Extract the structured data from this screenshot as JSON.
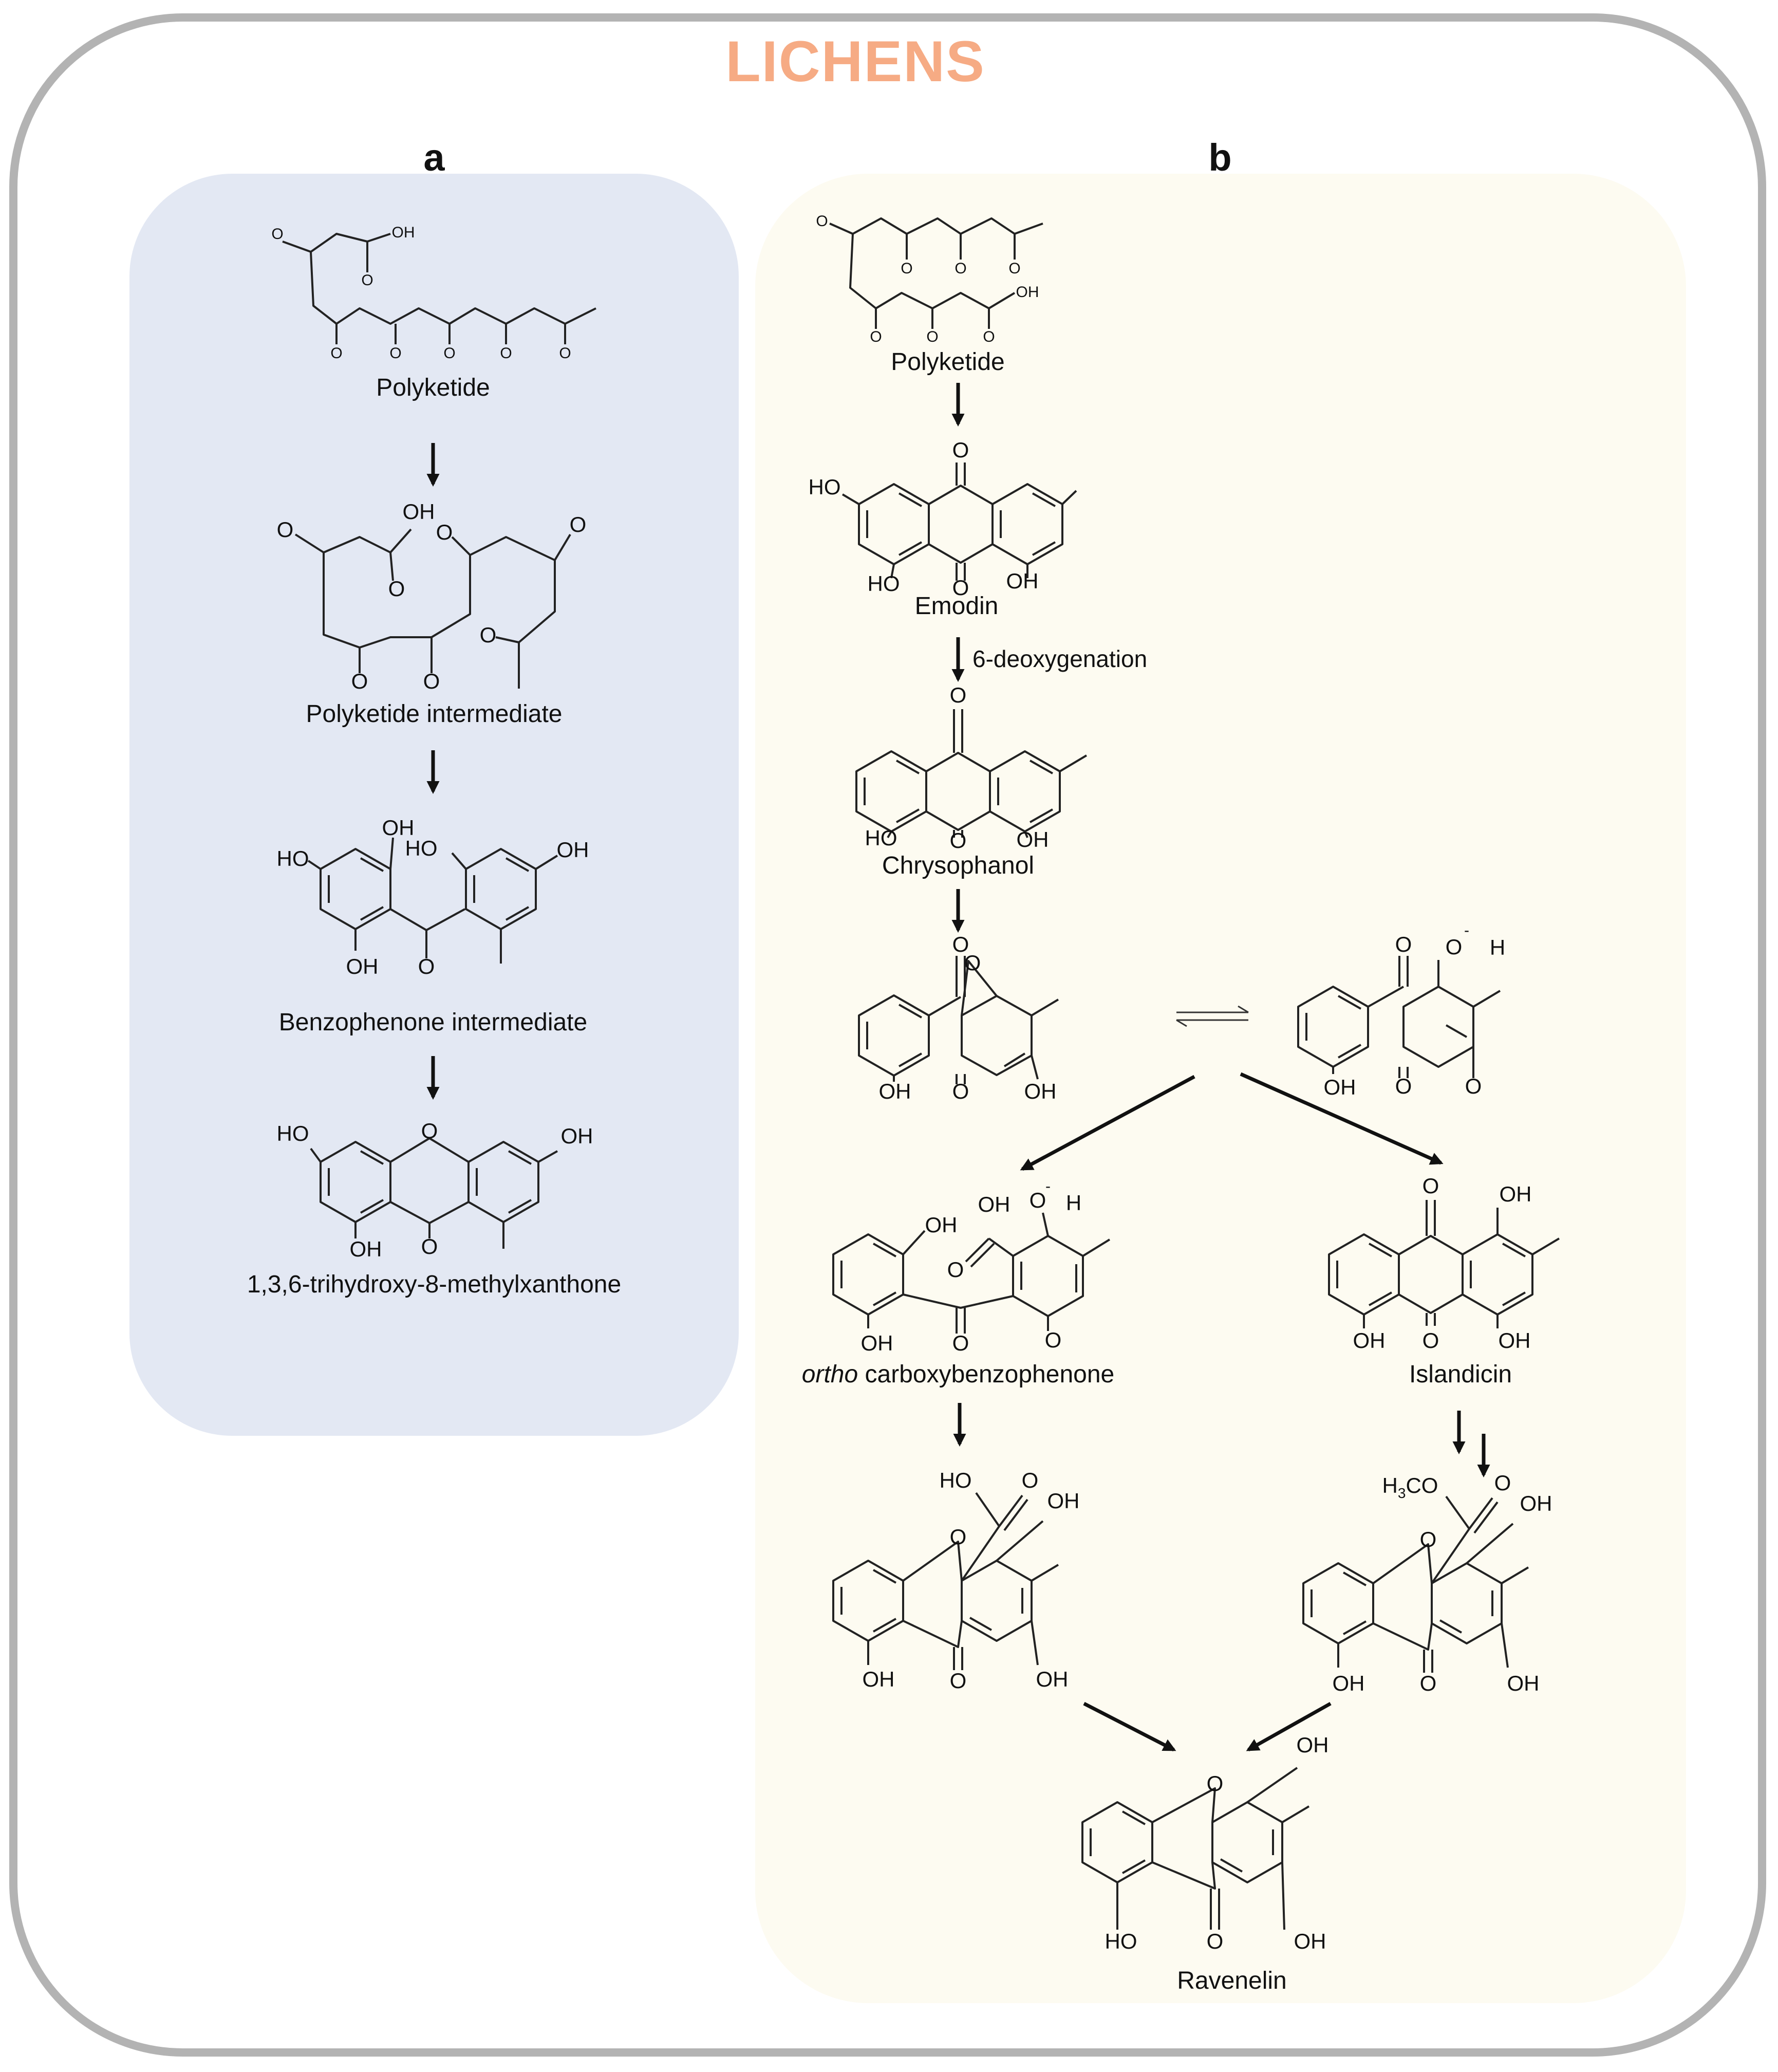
{
  "title": "LICHENS",
  "panel_a": {
    "label": "a",
    "compounds": [
      "Polyketide",
      "Polyketide intermediate",
      "Benzophenone intermediate",
      "1,3,6-trihydroxy-8-methylxanthone"
    ]
  },
  "panel_b": {
    "label": "b",
    "compounds": {
      "polyketide": "Polyketide",
      "emodin": "Emodin",
      "chrysophanol": "Chrysophanol",
      "ortho_italic": "ortho",
      "ortho_rest": " carboxybenzophenone",
      "islandicin": "Islandicin",
      "ravenelin": "Ravenelin"
    },
    "step_label": "6-deoxygenation"
  },
  "atoms": {
    "O": "O",
    "OH": "OH",
    "HO": "HO",
    "H": "H",
    "minus": "-",
    "H3CO_H": "H",
    "H3CO_3": "3",
    "H3CO_CO": "CO"
  },
  "colors": {
    "frame": "#b3b3b3",
    "panel_a_bg": "#e3e8f3",
    "panel_b_bg": "#fdfbf1",
    "title": "#f6ab84"
  }
}
